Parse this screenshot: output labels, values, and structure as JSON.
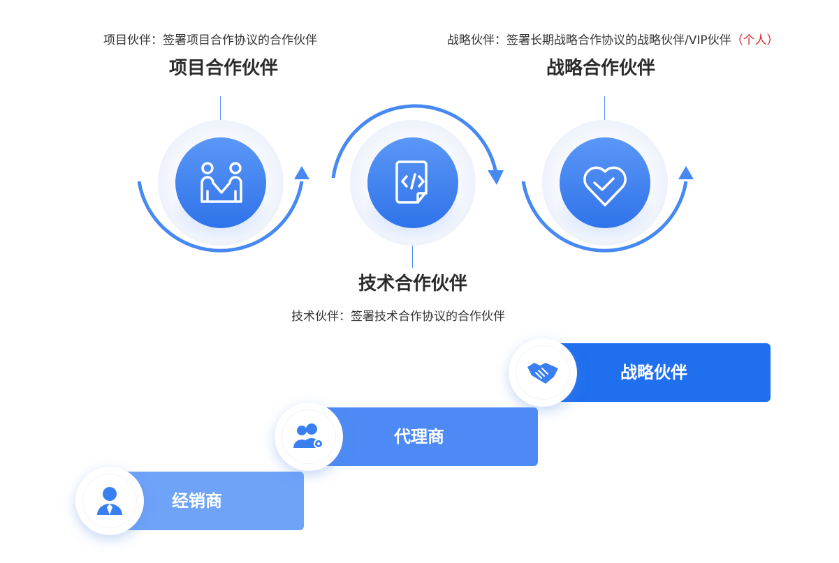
{
  "partners": {
    "project": {
      "description": "项目伙伴：签署项目合作协议的合作伙伴",
      "title": "项目合作伙伴",
      "icon": "handshake-people-icon"
    },
    "tech": {
      "description": "技术伙伴：签署技术合作协议的合作伙伴",
      "title": "技术合作伙伴",
      "icon": "code-document-icon"
    },
    "strategic": {
      "description": "战略伙伴：签署长期战略合作协议的战略伙伴/VIP伙伴",
      "description_note": "（个人）",
      "title": "战略合作伙伴",
      "icon": "heart-icon"
    }
  },
  "steps": [
    {
      "label": "经销商",
      "icon": "person-icon",
      "color": "#6ea3f8"
    },
    {
      "label": "代理商",
      "icon": "group-icon",
      "color": "#4d8af5"
    },
    {
      "label": "战略伙伴",
      "icon": "handshake-icon",
      "color": "#1f6fee"
    }
  ],
  "colors": {
    "accent": "#3b7ff0",
    "arc": "#4689f2",
    "note": "#e02020"
  }
}
